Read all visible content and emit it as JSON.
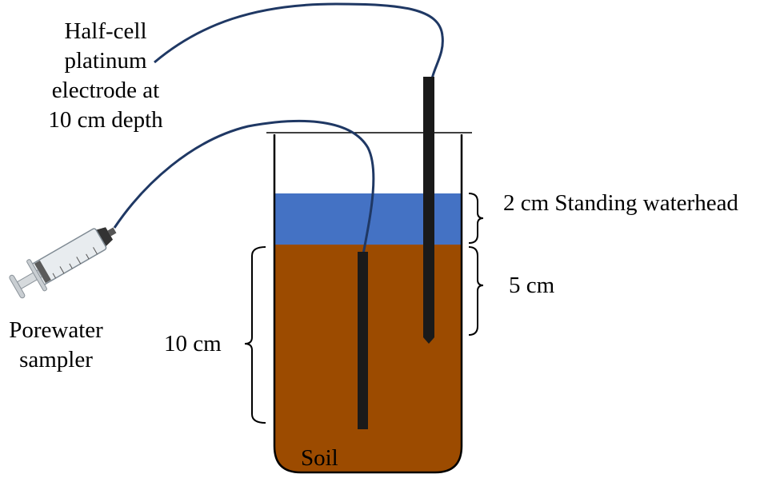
{
  "labels": {
    "electrode_line1": "Half-cell",
    "electrode_line2": "platinum",
    "electrode_line3": "electrode at",
    "electrode_line4": "10 cm depth",
    "sampler_line1": "Porewater",
    "sampler_line2": "sampler",
    "water_depth": "2 cm Standing waterhead",
    "electrode_depth": "5 cm",
    "sampler_depth": "10 cm",
    "soil": "Soil"
  },
  "colors": {
    "water": "#4472C4",
    "soil": "#9C4B00",
    "wire": "#1F3864",
    "rod": "#1A1A1A",
    "outline": "#000000"
  }
}
